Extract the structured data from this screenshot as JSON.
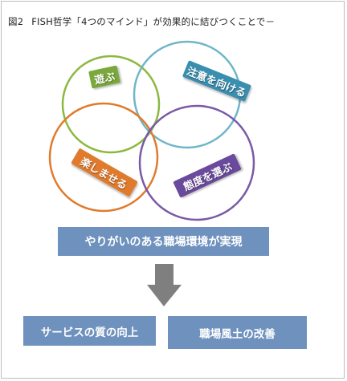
{
  "figure": {
    "number": "図2",
    "title": "FISH哲学「4つのマインド」が効果的に結びつくことで－"
  },
  "circles": [
    {
      "id": "play",
      "label": "遊ぶ",
      "color": "#8db83f",
      "label_bg": "#7aa83a"
    },
    {
      "id": "pay_attention",
      "label": "注意を向ける",
      "color": "#6fb6c9",
      "label_bg": "#3a8fb0"
    },
    {
      "id": "make_fun",
      "label": "楽しませる",
      "color": "#e07b2d",
      "label_bg": "#e07b2d"
    },
    {
      "id": "choose_attitude",
      "label": "態度を選ぶ",
      "color": "#7a5aa6",
      "label_bg": "#6a4a9c"
    }
  ],
  "outcome": {
    "text": "やりがいのある職場環境が実現"
  },
  "arrow": {
    "icon": "down-arrow-icon",
    "color": "#7f7f7f"
  },
  "results": [
    {
      "text": "サービスの質の向上"
    },
    {
      "text": "職場風土の改善"
    }
  ],
  "colors": {
    "box_blue": "#6e91bd"
  }
}
